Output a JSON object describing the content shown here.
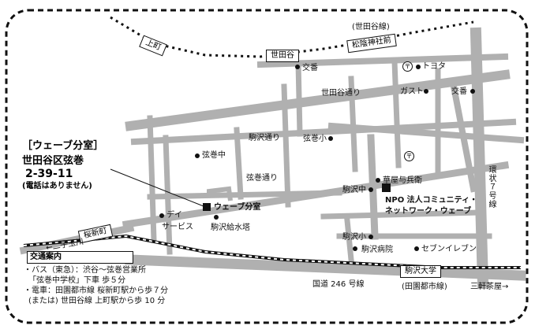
{
  "office": {
    "title": "［ウェーブ分室］",
    "address1": "世田谷区弦巻",
    "address2": "2-39-11",
    "note": "(電話はありません)"
  },
  "marker_label": "ウェーブ分室",
  "npo": {
    "line1": "NPO 法人コミュニティ・",
    "line2": "ネットワーク・ウェーブ"
  },
  "stations": {
    "kamimachi": "上町",
    "setagaya": "世田谷",
    "shoin_jinja": "松陰神社前",
    "sakurashinmachi": "桜新町",
    "komazawa_daigaku": "駒沢大学"
  },
  "lines": {
    "setagaya_line": "(世田谷線)",
    "den_en_toshi": "(田園都市線)"
  },
  "roads": {
    "setagaya_dori": "世田谷通り",
    "komazawa_dori": "駒沢通り",
    "tsurumaki_dori": "弦巻通り",
    "kanjo7": "環状７号線",
    "route246": "国道 246 号線"
  },
  "directions": {
    "futako": "←二子玉川",
    "sangenjaya": "三軒茶屋→"
  },
  "landmarks": {
    "koban1": "交番",
    "toyota": "トヨタ",
    "gas": "ガスト",
    "koban2": "交番",
    "tsurumaki_chu": "弦巻中",
    "tsurumaki_sho": "弦巻小",
    "hanaya": "華屋与兵衛",
    "komazawa_chu": "駒沢中",
    "day_service_1": "デイ",
    "day_service_2": "サービス",
    "kyusuito": "駒沢給水塔",
    "komazawa_sho": "駒沢小",
    "komazawa_hospital": "駒沢病院",
    "seven": "セブンイレブン"
  },
  "transport": {
    "heading": "交通案内",
    "lines": [
      "・バス（東急）：渋谷〜弦巻営業所",
      "「弦巻中学校」下車 歩５分",
      "・電車：田園都市線 桜新町駅から歩７分",
      "(または) 世田谷線 上町駅から歩 10 分"
    ]
  },
  "colors": {
    "road": "#b0b0b0",
    "ink": "#111111",
    "background": "#ffffff"
  }
}
